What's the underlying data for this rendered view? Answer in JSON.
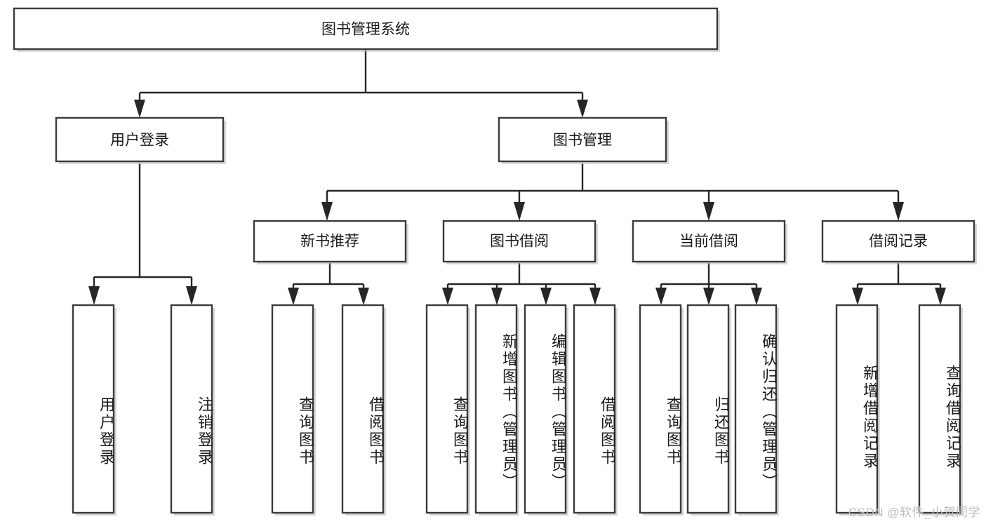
{
  "diagram": {
    "type": "tree",
    "title": "图书管理系统",
    "watermark": "CSDN @软件_小贺同学",
    "colors": {
      "box_stroke": "#3a3a3a",
      "box_fill": "#ffffff",
      "connector": "#262626",
      "text": "#1a1a1a",
      "watermark": "#bdbdbd"
    },
    "root": {
      "label": "图书管理系统"
    },
    "level2": [
      {
        "label": "用户登录"
      },
      {
        "label": "图书管理"
      }
    ],
    "level3": [
      {
        "label": "新书推荐"
      },
      {
        "label": "图书借阅"
      },
      {
        "label": "当前借阅"
      },
      {
        "label": "借阅记录"
      }
    ],
    "leaves": {
      "user_login": [
        {
          "label": "用户登录"
        },
        {
          "label": "注销登录"
        }
      ],
      "new_book": [
        {
          "label": "查询图书"
        },
        {
          "label": "借阅图书"
        }
      ],
      "book_borrow": [
        {
          "label": "查询图书"
        },
        {
          "label": "新增图书（管理员）"
        },
        {
          "label": "编辑图书（管理员）"
        },
        {
          "label": "借阅图书"
        }
      ],
      "current_borrow": [
        {
          "label": "查询图书"
        },
        {
          "label": "归还图书"
        },
        {
          "label": "确认归还（管理员）"
        }
      ],
      "borrow_record": [
        {
          "label": "新增借阅记录"
        },
        {
          "label": "查询借阅记录"
        }
      ]
    }
  }
}
